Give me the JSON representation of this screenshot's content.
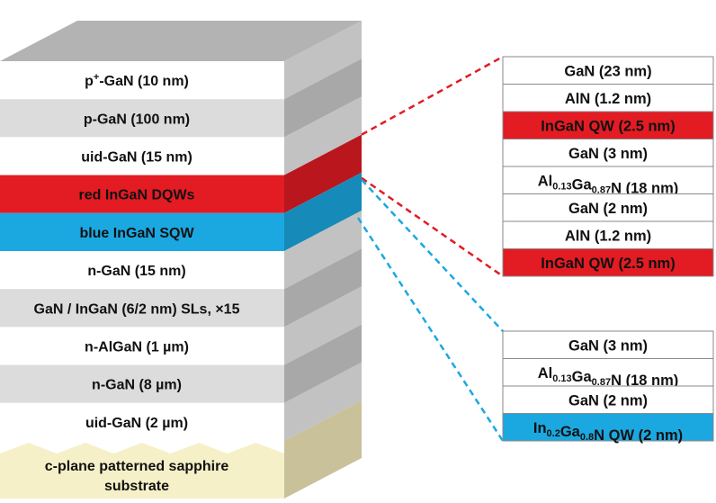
{
  "colors": {
    "red": "#e31b23",
    "blue": "#1ba8e0",
    "layer_white": "#ffffff",
    "layer_grey": "#dcdcdc",
    "top_face": "#b3b3b3",
    "side_face": "#9a9a9a",
    "substrate": "#f6f0c8",
    "dash_red": "#e31b23",
    "dash_blue": "#1ba8e0"
  },
  "stack": {
    "layers": [
      {
        "prefix": "p",
        "sup": "+",
        "text": "-GaN (10 nm)",
        "fill": "white"
      },
      {
        "text": "p-GaN (100 nm)",
        "fill": "grey"
      },
      {
        "text": "uid-GaN (15 nm)",
        "fill": "white"
      },
      {
        "text": "red InGaN DQWs",
        "fill": "red"
      },
      {
        "text": "blue InGaN SQW",
        "fill": "blue"
      },
      {
        "text": "n-GaN (15 nm)",
        "fill": "white"
      },
      {
        "text": "GaN / InGaN (6/2 nm) SLs, ×15",
        "fill": "grey"
      },
      {
        "text": "n-AlGaN (1 µm)",
        "fill": "white"
      },
      {
        "text": "n-GaN (8 µm)",
        "fill": "grey"
      },
      {
        "text": "uid-GaN (2 µm)",
        "fill": "white"
      }
    ],
    "substrate_lines": [
      "c-plane patterned sapphire",
      "substrate"
    ]
  },
  "detail_red": {
    "rows": [
      {
        "parts": [
          {
            "t": "GaN (23 nm)"
          }
        ],
        "fill": "white"
      },
      {
        "parts": [
          {
            "t": "AlN (1.2 nm)"
          }
        ],
        "fill": "white"
      },
      {
        "parts": [
          {
            "t": "InGaN QW (2.5 nm)"
          }
        ],
        "fill": "red"
      },
      {
        "parts": [
          {
            "t": "GaN (3 nm)"
          }
        ],
        "fill": "white"
      },
      {
        "parts": [
          {
            "t": "Al"
          },
          {
            "t": "0.13",
            "sub": true
          },
          {
            "t": "Ga"
          },
          {
            "t": "0.87",
            "sub": true
          },
          {
            "t": "N (18 nm)"
          }
        ],
        "fill": "white"
      },
      {
        "parts": [
          {
            "t": "GaN (2 nm)"
          }
        ],
        "fill": "white"
      },
      {
        "parts": [
          {
            "t": "AlN (1.2 nm)"
          }
        ],
        "fill": "white"
      },
      {
        "parts": [
          {
            "t": "InGaN QW (2.5 nm)"
          }
        ],
        "fill": "red"
      }
    ]
  },
  "detail_blue": {
    "rows": [
      {
        "parts": [
          {
            "t": "GaN (3 nm)"
          }
        ],
        "fill": "white"
      },
      {
        "parts": [
          {
            "t": "Al"
          },
          {
            "t": "0.13",
            "sub": true
          },
          {
            "t": "Ga"
          },
          {
            "t": "0.87",
            "sub": true
          },
          {
            "t": "N (18 nm)"
          }
        ],
        "fill": "white"
      },
      {
        "parts": [
          {
            "t": "GaN (2 nm)"
          }
        ],
        "fill": "white"
      },
      {
        "parts": [
          {
            "t": "In"
          },
          {
            "t": "0.2",
            "sub": true
          },
          {
            "t": "Ga"
          },
          {
            "t": "0.8",
            "sub": true
          },
          {
            "t": "N QW (2 nm)"
          }
        ],
        "fill": "blue"
      }
    ]
  }
}
